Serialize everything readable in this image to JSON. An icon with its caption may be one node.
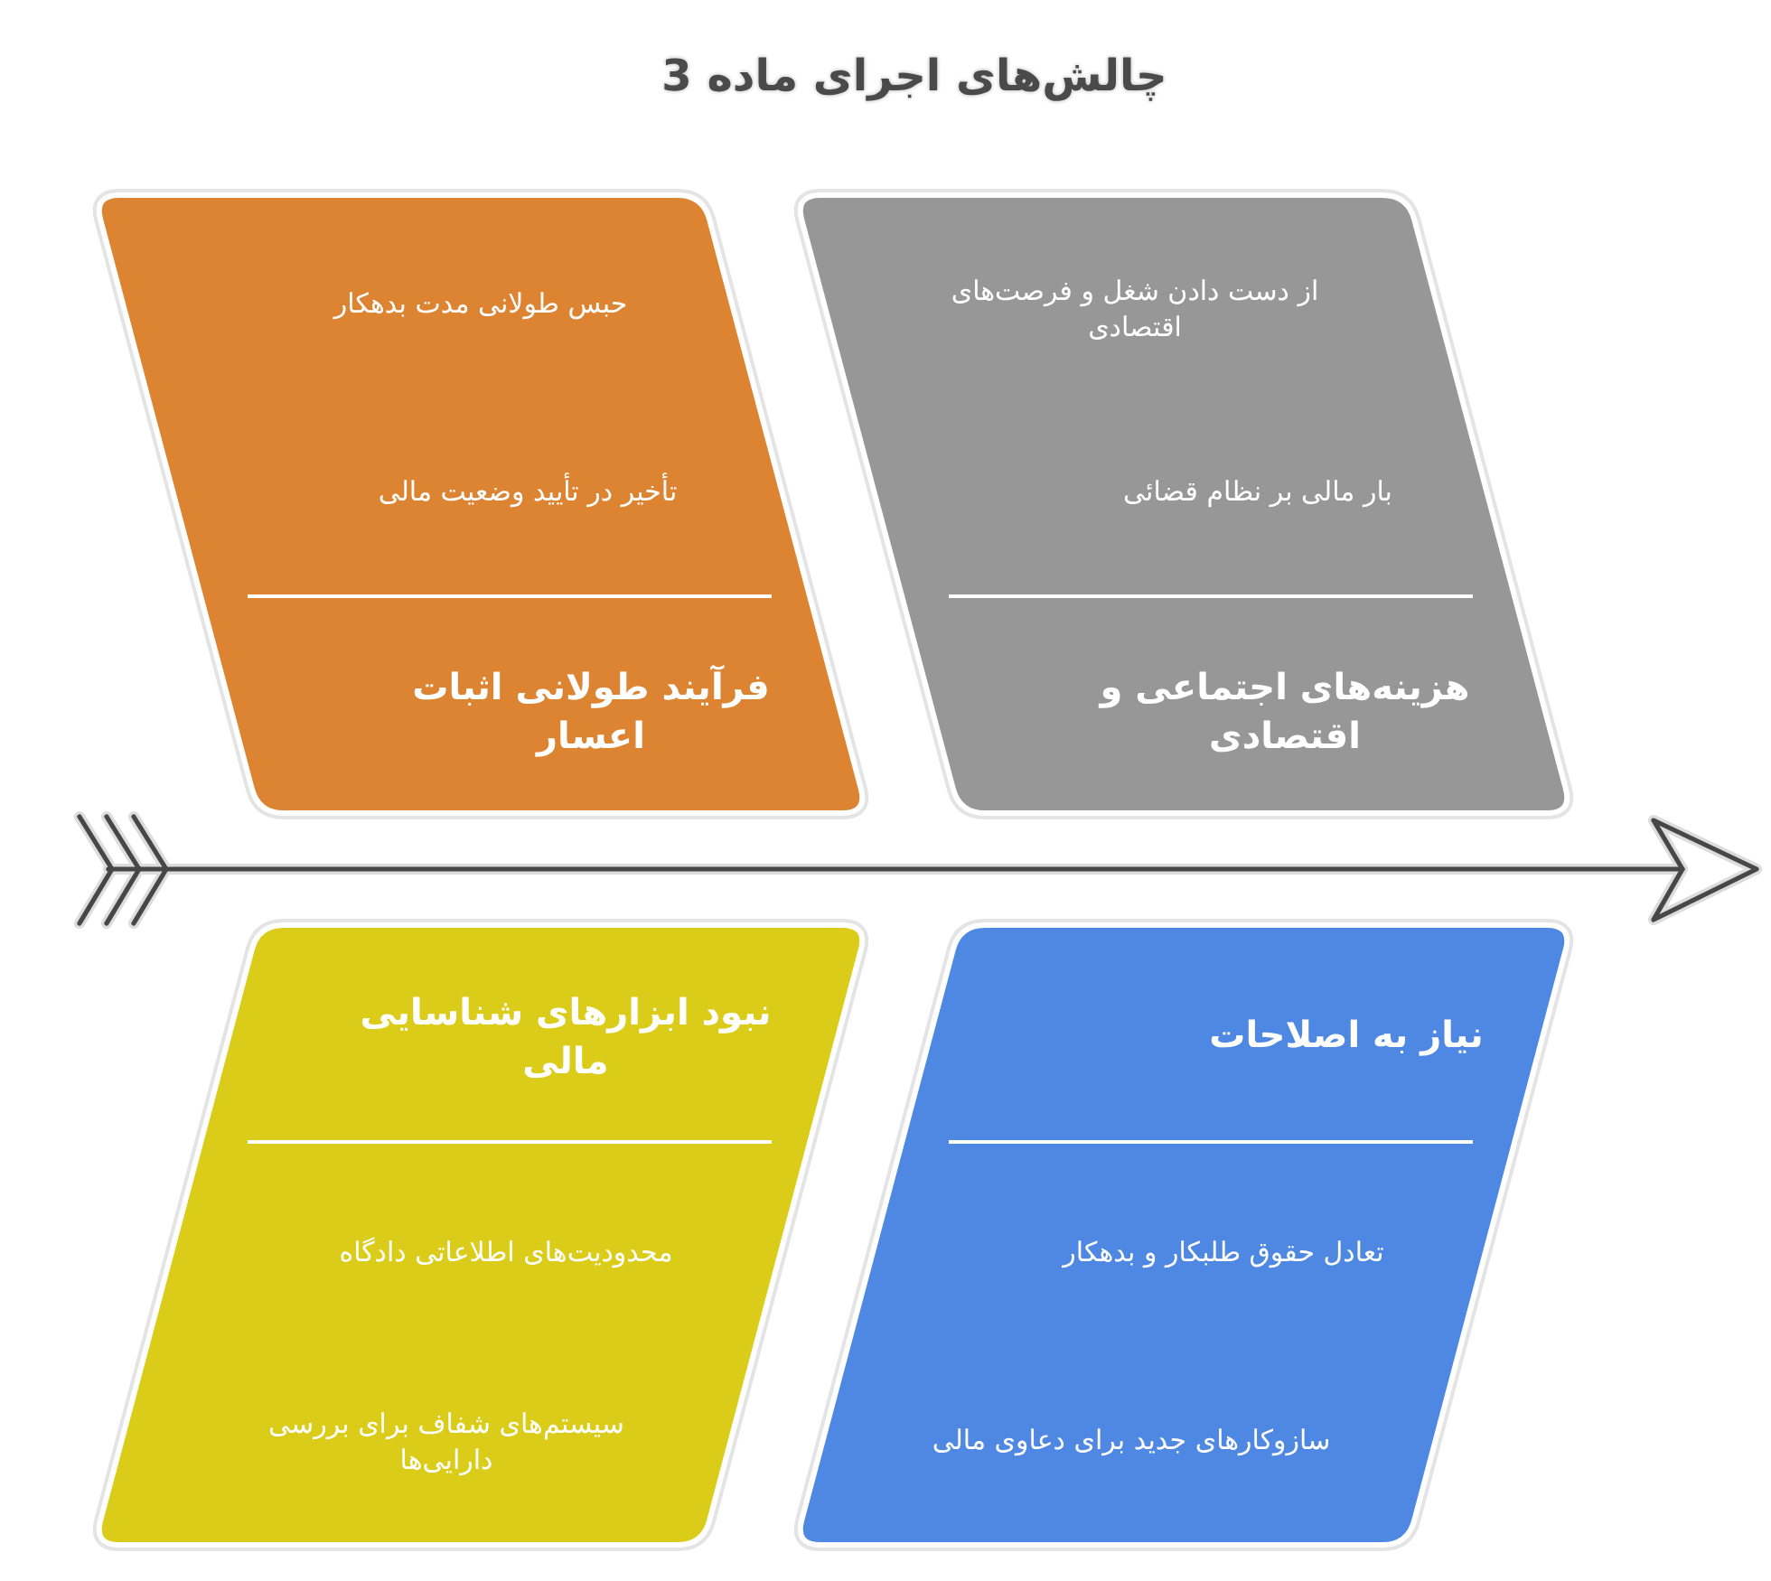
{
  "diagram": {
    "title": "چالش‌های اجرای ماده 3",
    "nodes": [
      {
        "text": [
          "از دست دادن شغل و فرصت‌های اقتصادی",
          "بار مالی بر نظام قضائی",
          "هزینه‌های اجتماعی و اقتصادی"
        ]
      },
      {
        "text": [
          "حبس طولانی مدت بدهکار",
          "تأخیر در تأیید وضعیت مالی",
          "فرآیند طولانی اثبات اعسار"
        ]
      },
      {
        "text": [
          "نیاز به اصلاحات",
          "تعادل حقوق طلبکار و بدهکار",
          "سازوکارهای جدید برای دعاوی مالی"
        ]
      },
      {
        "text": [
          "نبود ابزارهای شناسایی مالی",
          "محدودیت‌های اطلاعاتی دادگاه",
          "سیستم‌های شفاف برای بررسی دارایی‌ها"
        ]
      }
    ]
  }
}
